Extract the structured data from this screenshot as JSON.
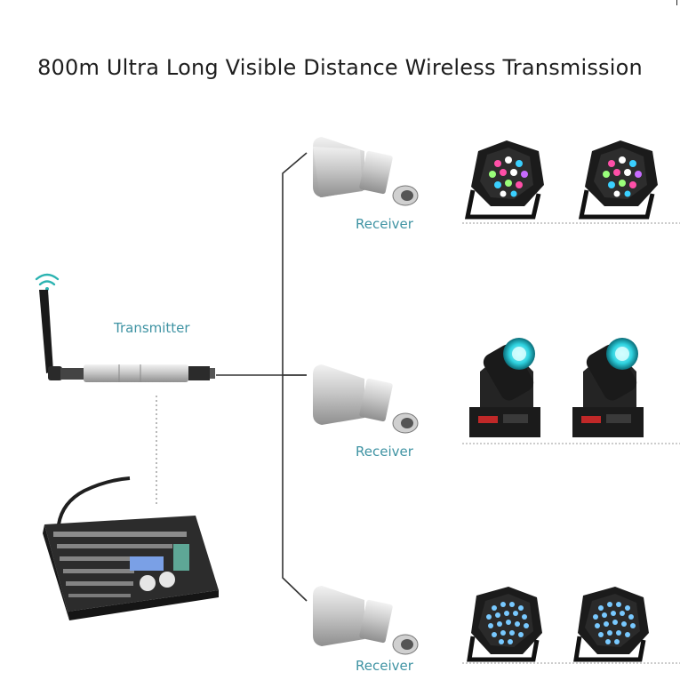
{
  "title": "800m Ultra Long Visible Distance Wireless Transmission",
  "labels": {
    "transmitter": "Transmitter",
    "receiver_1": "Receiver",
    "receiver_2": "Receiver",
    "receiver_3": "Receiver"
  },
  "colors": {
    "label_teal": "#3f93a3",
    "wifi_teal": "#2bb3b1",
    "line": "#333333"
  }
}
